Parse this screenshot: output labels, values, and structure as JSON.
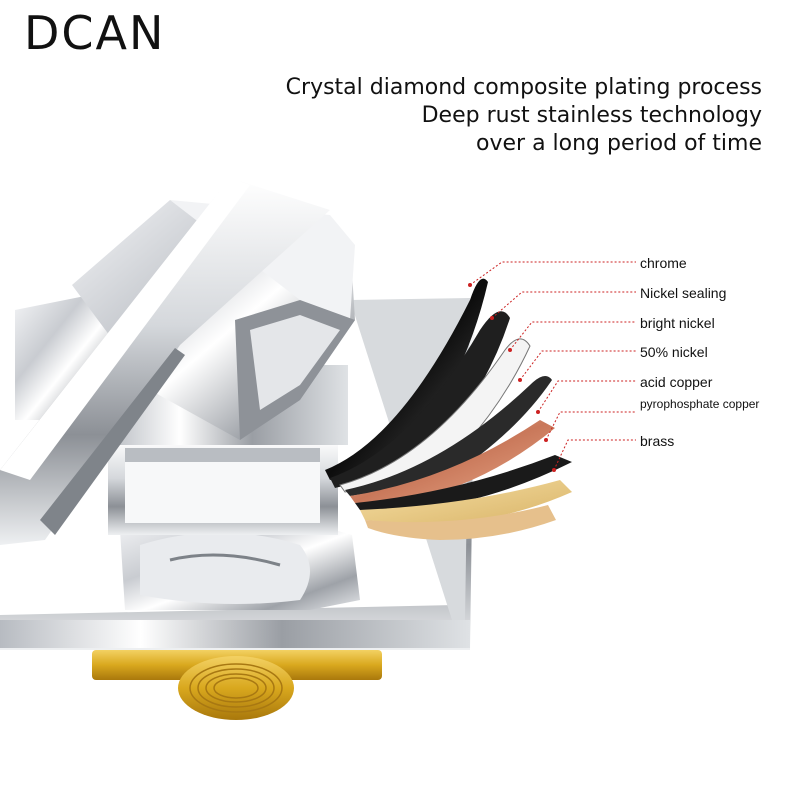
{
  "brand": "DCAN",
  "headline": {
    "line1": "Crystal diamond composite plating process",
    "line2": "Deep rust stainless technology",
    "line3": "over a long period of time"
  },
  "layers": [
    {
      "label": "chrome"
    },
    {
      "label": "Nickel sealing"
    },
    {
      "label": "bright nickel"
    },
    {
      "label": "50% nickel"
    },
    {
      "label": "acid copper"
    },
    {
      "label": "pyrophosphate copper"
    },
    {
      "label": "brass"
    }
  ],
  "colors": {
    "leader_line": "#cc2222",
    "chrome": "#1a1a1a",
    "copper": "#d9967a",
    "brass": "#e8c878",
    "gold_base": "#d9a81e"
  }
}
